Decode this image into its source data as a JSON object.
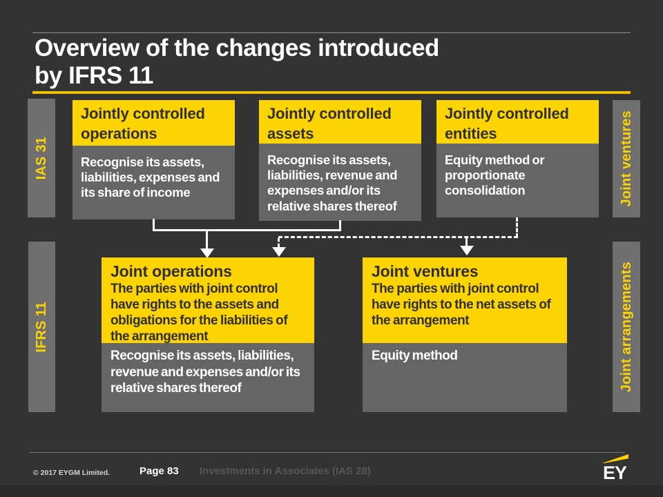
{
  "title": {
    "line1": "Overview of the changes introduced",
    "line2": "by IFRS 11"
  },
  "side_labels": {
    "ias31": "IAS 31",
    "ifrs11": "IFRS 11",
    "joint_ventures": "Joint ventures",
    "joint_arrangements": "Joint arrangements"
  },
  "top_boxes": [
    {
      "header": "Jointly controlled operations",
      "body": "Recognise its assets, liabilities, expenses and its share of income"
    },
    {
      "header": "Jointly controlled assets",
      "body": "Recognise its assets, liabilities, revenue and expenses and/or its relative shares thereof"
    },
    {
      "header": "Jointly controlled entities",
      "body": "Equity method or proportionate consolidation"
    }
  ],
  "bottom_boxes": [
    {
      "title": "Joint operations",
      "definition": "The parties with joint control have rights to the assets and obligations for the liabilities of the arrangement",
      "treatment": "Recognise its assets, liabilities, revenue and expenses and/or its relative shares thereof"
    },
    {
      "title": "Joint ventures",
      "definition": "The parties with joint control have rights to the net assets of the arrangement",
      "treatment": "Equity method"
    }
  ],
  "connectors": {
    "solid_sources": "Jointly controlled operations + Jointly controlled assets -> Joint operations",
    "dashed_source": "Jointly controlled entities -> Joint operations / Joint ventures"
  },
  "footer": {
    "copyright": "© 2017 EYGM  Limited.",
    "page": "Page 83",
    "deck_title": "Investments in Associates (IAS 28)",
    "logo_text": "EY"
  },
  "colors": {
    "background": "#333333",
    "accent_yellow": "#fdd403",
    "box_body_gray": "#656565",
    "side_bar_gray": "#6f6f6f",
    "white_text": "#ffffff"
  }
}
